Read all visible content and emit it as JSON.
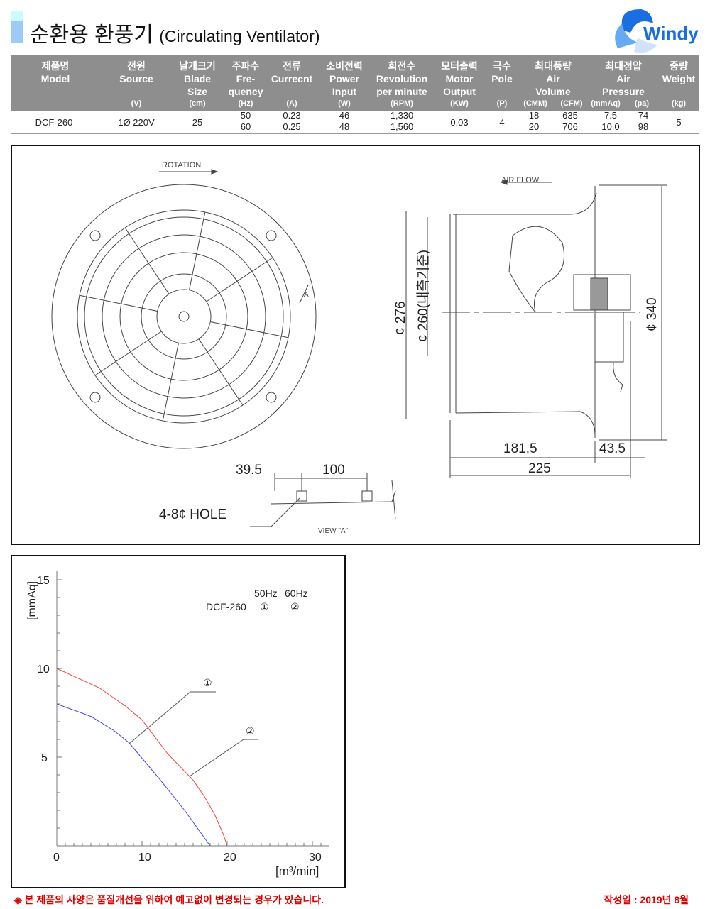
{
  "header": {
    "title_ko": "순환용 환풍기",
    "title_en": "(Circulating Ventilator)",
    "logo_text": "Windy"
  },
  "table": {
    "columns": [
      {
        "ko": "제품명",
        "en": "Model",
        "unit": ""
      },
      {
        "ko": "전원",
        "en": "Source",
        "unit": "(V)"
      },
      {
        "ko": "날개크기",
        "en": "Blade Size",
        "unit": "(cm)"
      },
      {
        "ko": "주파수",
        "en": "Fre- quency",
        "unit": "(Hz)"
      },
      {
        "ko": "전류",
        "en": "Currecnt",
        "unit": "(A)"
      },
      {
        "ko": "소비전력",
        "en": "Power Input",
        "unit": "(W)"
      },
      {
        "ko": "회전수",
        "en": "Revolution per minute",
        "unit": "(RPM)"
      },
      {
        "ko": "모터출력",
        "en": "Motor Output",
        "unit": "(KW)"
      },
      {
        "ko": "극수",
        "en": "Pole",
        "unit": "(P)"
      },
      {
        "ko": "최대풍량",
        "en": "Air Volume",
        "unit": "(CMM)",
        "unit2": "(CFM)"
      },
      {
        "ko": "최대정압",
        "en": "Air Pressure",
        "unit": "(mmAq)",
        "unit2": "(pa)"
      },
      {
        "ko": "중량",
        "en": "Weight",
        "unit": "(kg)"
      }
    ],
    "row": {
      "model": "DCF-260",
      "source": "1Ø 220V",
      "blade": "25",
      "freq": [
        "50",
        "60"
      ],
      "current": [
        "0.23",
        "0.25"
      ],
      "power": [
        "46",
        "48"
      ],
      "rpm": [
        "1,330",
        "1,560"
      ],
      "motor": "0.03",
      "pole": "4",
      "cmm": [
        "18",
        "20"
      ],
      "cfm": [
        "635",
        "706"
      ],
      "mmaq": [
        "7.5",
        "10.0"
      ],
      "pa": [
        "74",
        "98"
      ],
      "weight": "5"
    }
  },
  "drawing": {
    "rotation": "ROTATION",
    "air_flow": "AIR  FLOW",
    "arrow_a": "A",
    "d276": "¢ 276",
    "d260": "¢ 260(내측기준)",
    "d340": "¢ 340",
    "l181": "181.5",
    "l43": "43.5",
    "l225": "225",
    "l39": "39.5",
    "l100": "100",
    "hole": "4-8¢ HOLE",
    "view_a": "VIEW \"A\""
  },
  "chart_data": {
    "type": "line",
    "xlabel": "[m³/min]",
    "ylabel": "[mmAq]",
    "xlim": [
      0,
      32
    ],
    "ylim": [
      0,
      15
    ],
    "xticks": [
      "0",
      "10",
      "20",
      "30"
    ],
    "yticks": [
      "5",
      "10",
      "15"
    ],
    "legend": {
      "h50": "50Hz",
      "h60": "60Hz",
      "model": "DCF-260",
      "m1": "①",
      "m2": "②"
    },
    "series": [
      {
        "name": "50Hz ①",
        "color": "#4040ff",
        "x": [
          0,
          4,
          6.7,
          8.5,
          12,
          15,
          18
        ],
        "y": [
          8,
          7.3,
          6.5,
          5.8,
          3.8,
          2,
          0
        ]
      },
      {
        "name": "60Hz ②",
        "color": "#ff4040",
        "x": [
          0,
          5,
          8,
          10,
          13,
          16,
          17.3,
          18.5,
          19.5,
          20
        ],
        "y": [
          10,
          8.9,
          7.9,
          7.1,
          5.2,
          3.7,
          2.8,
          1.8,
          0.7,
          0
        ]
      }
    ]
  },
  "footer": {
    "notice": "◈ 본 제품의 사양은 품질개선을 위하여 예고없이 변경되는 경우가 있습니다.",
    "date": "작성일 : 2019년 8월"
  }
}
